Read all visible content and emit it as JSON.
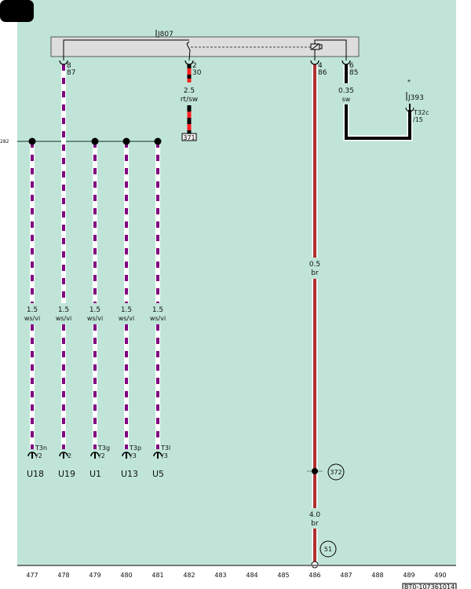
{
  "colors": {
    "background": "#c0e5d8",
    "relay_box": "#dddddd",
    "purple": "#800080",
    "red": "#ff2020",
    "brown_red": "#b03030",
    "black": "#000000"
  },
  "relay": {
    "name": "J807"
  },
  "relay_pins": [
    {
      "pin": "8",
      "terminal": "87"
    },
    {
      "pin": "2",
      "terminal": "30"
    },
    {
      "pin": "4",
      "terminal": "86"
    },
    {
      "pin": "6",
      "terminal": "85"
    }
  ],
  "wire_30": {
    "size": "2.5",
    "color": "rt/sw",
    "ref": "371"
  },
  "wire_85": {
    "size": "0.35",
    "color": "sw"
  },
  "j393": {
    "asterisk": "*",
    "name": "J393",
    "connector": "T32c",
    "pin": "/15"
  },
  "bus_ref": "282",
  "wire_86": {
    "size_top": "0.5",
    "color_top": "br",
    "size_bottom": "4.0",
    "color_bottom": "br",
    "ref_junction": "372",
    "ref_ground": "51"
  },
  "branches": [
    {
      "size": "1.5",
      "color": "ws/vi",
      "connector": "T3n",
      "pin": "/2",
      "component": "U18"
    },
    {
      "size": "1.5",
      "color": "ws/vi",
      "connector": "",
      "pin": "2",
      "component": "U19"
    },
    {
      "size": "1.5",
      "color": "ws/vi",
      "connector": "T3g",
      "pin": "/2",
      "component": "U1"
    },
    {
      "size": "1.5",
      "color": "ws/vi",
      "connector": "T3p",
      "pin": "/3",
      "component": "U13"
    },
    {
      "size": "1.5",
      "color": "ws/vi",
      "connector": "T3l",
      "pin": "/3",
      "component": "U5"
    }
  ],
  "grid_numbers": [
    "477",
    "478",
    "479",
    "480",
    "481",
    "482",
    "483",
    "484",
    "485",
    "486",
    "487",
    "488",
    "489",
    "490"
  ],
  "doc_id": "BT0-107361014"
}
